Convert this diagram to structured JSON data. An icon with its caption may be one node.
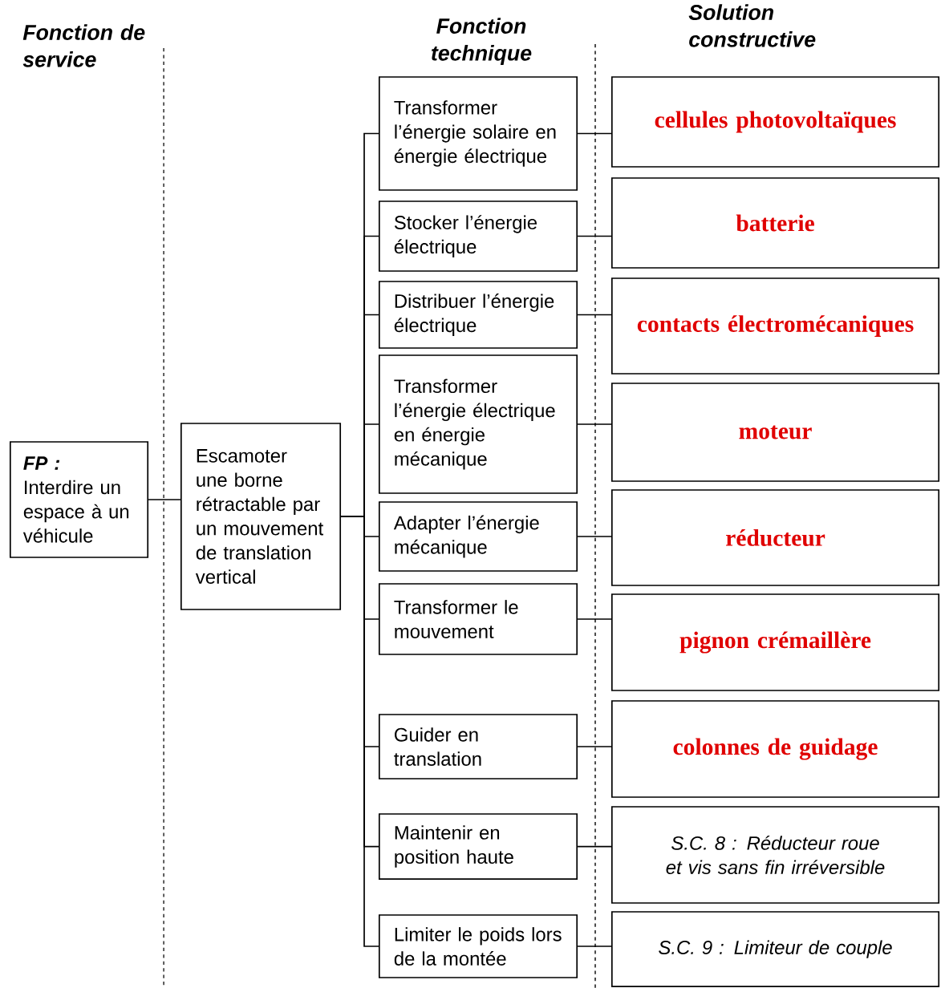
{
  "diagram": {
    "nodes": [
      {
        "text": [
          "FP :",
          "Interdire un espace à un véhicule"
        ]
      },
      {
        "text": [
          "Escamoter une borne rétractable par un mouvement de translation vertical"
        ]
      },
      {
        "text": [
          "Transformer l’énergie solaire en énergie électrique"
        ]
      },
      {
        "text": [
          "Stocker l’énergie électrique"
        ]
      },
      {
        "text": [
          "Distribuer l’énergie électrique"
        ]
      },
      {
        "text": [
          "Transformer l’énergie électrique en énergie mécanique"
        ]
      },
      {
        "text": [
          "Adapter l’énergie mécanique"
        ]
      },
      {
        "text": [
          "Transformer le mouvement"
        ]
      },
      {
        "text": [
          "Guider en translation"
        ]
      },
      {
        "text": [
          "Maintenir en position haute"
        ]
      },
      {
        "text": [
          "Limiter le poids lors de la montée"
        ]
      },
      {
        "text": [
          "cellules photovoltaïques"
        ]
      },
      {
        "text": [
          "batterie"
        ]
      },
      {
        "text": [
          "contacts électromécaniques"
        ]
      },
      {
        "text": [
          "moteur"
        ]
      },
      {
        "text": [
          "réducteur"
        ]
      },
      {
        "text": [
          "pignon crémaillère"
        ]
      },
      {
        "text": [
          "colonnes de guidage"
        ]
      },
      {
        "text": [
          "S.C. 8 : Réducteur roue et vis sans fin irréversible"
        ]
      },
      {
        "text": [
          "S.C. 9 : Limiteur de couple"
        ]
      }
    ],
    "edges": [
      {
        "from": 0,
        "to": 1,
        "arrow": "none"
      },
      {
        "from": 1,
        "to": 2,
        "arrow": "none"
      },
      {
        "from": 1,
        "to": 3,
        "arrow": "none"
      },
      {
        "from": 1,
        "to": 4,
        "arrow": "none"
      },
      {
        "from": 1,
        "to": 5,
        "arrow": "none"
      },
      {
        "from": 1,
        "to": 6,
        "arrow": "none"
      },
      {
        "from": 1,
        "to": 7,
        "arrow": "none"
      },
      {
        "from": 1,
        "to": 8,
        "arrow": "none"
      },
      {
        "from": 1,
        "to": 9,
        "arrow": "none"
      },
      {
        "from": 1,
        "to": 10,
        "arrow": "none"
      },
      {
        "from": 2,
        "to": 11,
        "arrow": "none"
      },
      {
        "from": 3,
        "to": 12,
        "arrow": "none"
      },
      {
        "from": 4,
        "to": 13,
        "arrow": "none"
      },
      {
        "from": 5,
        "to": 14,
        "arrow": "none"
      },
      {
        "from": 6,
        "to": 15,
        "arrow": "none"
      },
      {
        "from": 7,
        "to": 16,
        "arrow": "none"
      },
      {
        "from": 8,
        "to": 17,
        "arrow": "none"
      },
      {
        "from": 9,
        "to": 18,
        "arrow": "none"
      },
      {
        "from": 10,
        "to": 19,
        "arrow": "none"
      }
    ],
    "labels": [
      "Fonction de service",
      "Fonction technique",
      "Solution constructive"
    ]
  }
}
